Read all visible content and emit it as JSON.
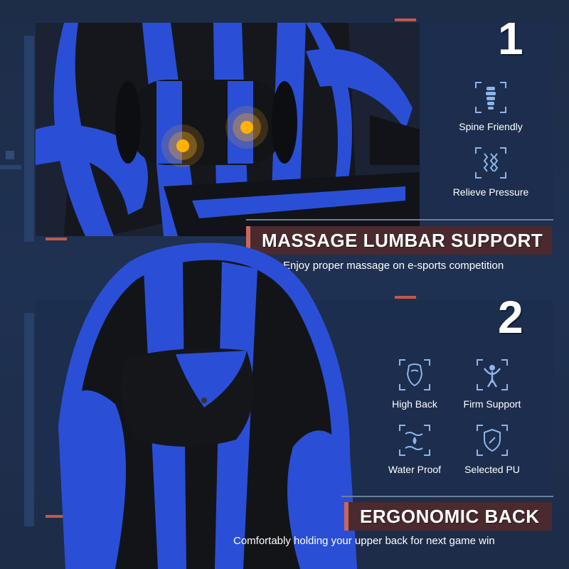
{
  "section1": {
    "number": "1",
    "features": [
      {
        "icon": "spine-icon",
        "label": "Spine Friendly"
      },
      {
        "icon": "relieve-pressure-icon",
        "label": "Relieve Pressure"
      }
    ],
    "heading": "MASSAGE LUMBAR SUPPORT",
    "subtitle": "Enjoy proper massage on e-sports competition"
  },
  "section2": {
    "number": "2",
    "features": [
      {
        "icon": "high-back-icon",
        "label": "High Back"
      },
      {
        "icon": "firm-support-icon",
        "label": "Firm Support"
      },
      {
        "icon": "water-proof-icon",
        "label": "Water Proof"
      },
      {
        "icon": "selected-pu-icon",
        "label": "Selected PU"
      }
    ],
    "heading": "ERGONOMIC BACK",
    "subtitle": "Comfortably holding your upper back for next game win"
  },
  "colors": {
    "background": "#1d2d48",
    "accent_blue": "#2a4fd6",
    "heading_bg": "#4a2a2e",
    "heading_bar": "#c9685a",
    "massage_glow": "#f5a623"
  }
}
